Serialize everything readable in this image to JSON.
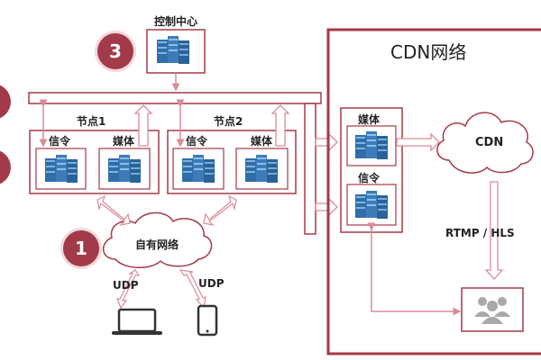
{
  "badges": {
    "one": "1",
    "three": "3"
  },
  "labels": {
    "control_center": "控制中心",
    "cdn_network": "CDN网络",
    "node1": "节点1",
    "node2": "节点2",
    "signal": "信令",
    "media": "媒体",
    "own_network": "自有网络",
    "udp": "UDP",
    "cdn": "CDN",
    "rtmp_hls": "RTMP / HLS"
  },
  "colors": {
    "frame": "#a33a4a",
    "arrow": "#e7b3bb",
    "server": "#3d7cb8",
    "cloud": "#d58995"
  }
}
